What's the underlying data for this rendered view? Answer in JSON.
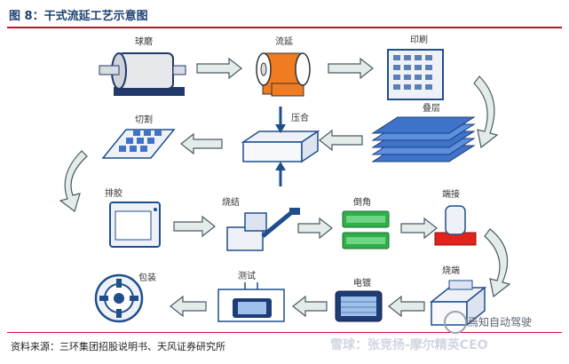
{
  "figure": {
    "title": "图 8：干式流延工艺示意图"
  },
  "steps": {
    "ball_mill": "球磨",
    "casting": "流延",
    "printing": "印刷",
    "stacking": "叠层",
    "lamination": "压合",
    "cutting": "切割",
    "debinding": "排胶",
    "sintering": "烧结",
    "chamfering": "倒角",
    "termination": "端接",
    "firing": "烧端",
    "plating": "电镀",
    "testing": "测试",
    "packaging": "包装"
  },
  "source": "资料来源：三环集团招股说明书、天风证券研究所",
  "watermarks": {
    "left": "雪球：张竞扬-摩尔精英CEO",
    "right": "焉知自动驾驶"
  },
  "colors": {
    "rule": "#c8102e",
    "arrow_fill": "#e3ece8",
    "arrow_stroke": "#4a5a66",
    "blue": "#1f4e8c",
    "orange": "#f07b20"
  }
}
